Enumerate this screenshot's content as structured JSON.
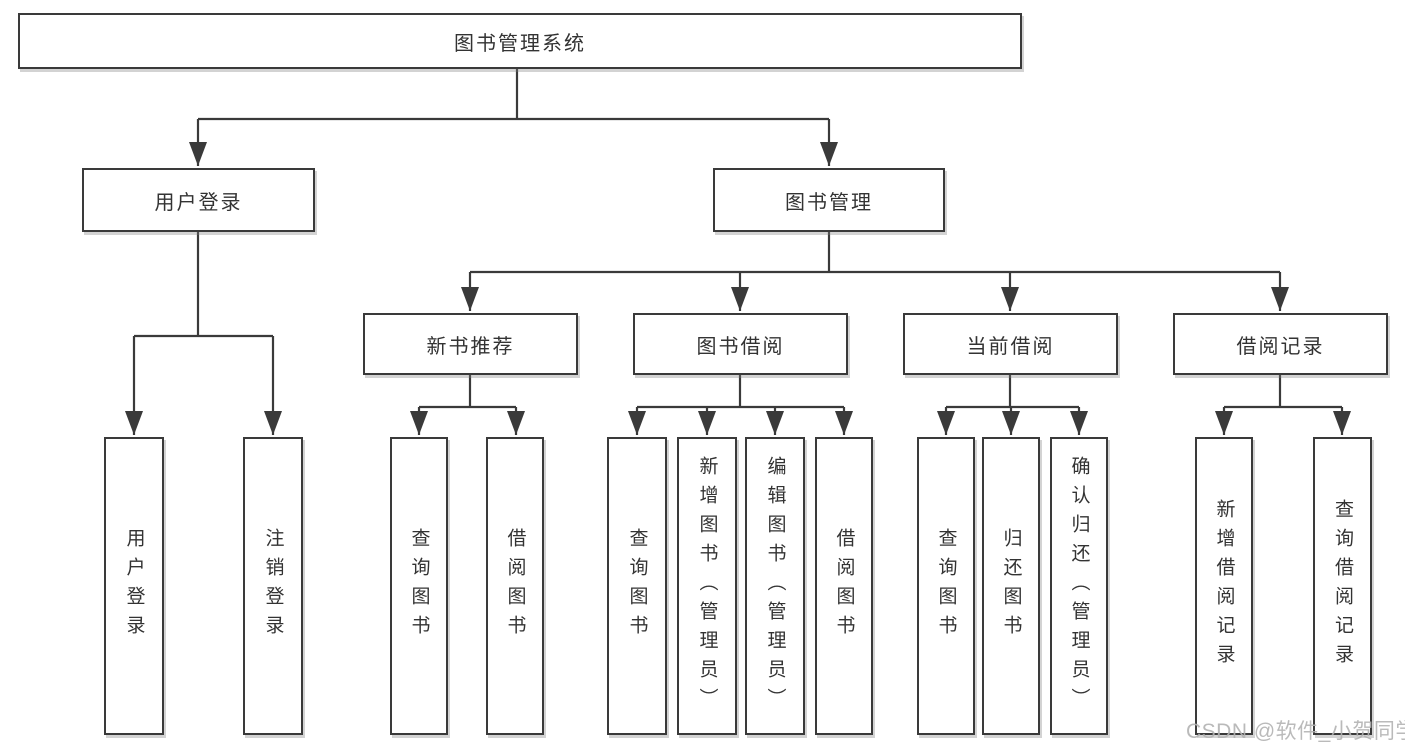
{
  "diagram": {
    "root": {
      "label": "图书管理系统"
    },
    "branches": [
      {
        "label": "用户登录",
        "children": [
          {
            "label": "用户登录"
          },
          {
            "label": "注销登录"
          }
        ]
      },
      {
        "label": "图书管理",
        "children": [
          {
            "label": "新书推荐",
            "children": [
              {
                "label": "查询图书"
              },
              {
                "label": "借阅图书"
              }
            ]
          },
          {
            "label": "图书借阅",
            "children": [
              {
                "label": "查询图书"
              },
              {
                "label": "新增图书（管理员）"
              },
              {
                "label": "编辑图书（管理员）"
              },
              {
                "label": "借阅图书"
              }
            ]
          },
          {
            "label": "当前借阅",
            "children": [
              {
                "label": "查询图书"
              },
              {
                "label": "归还图书"
              },
              {
                "label": "确认归还（管理员）"
              }
            ]
          },
          {
            "label": "借阅记录",
            "children": [
              {
                "label": "新增借阅记录"
              },
              {
                "label": "查询借阅记录"
              }
            ]
          }
        ]
      }
    ]
  },
  "watermark": {
    "text": "CSDN @软件_小贺同学"
  },
  "colors": {
    "line": "#3a3a3a",
    "text": "#333333",
    "background": "#ffffff",
    "watermark": "#b3b3b3"
  }
}
